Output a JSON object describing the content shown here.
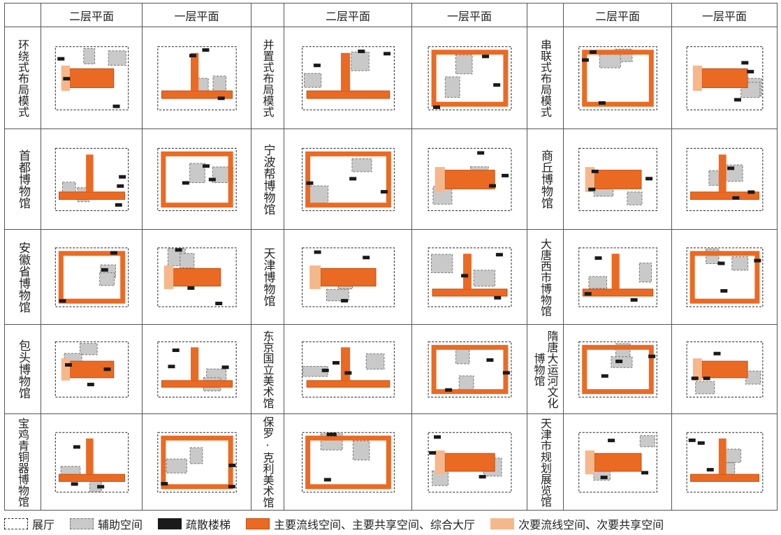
{
  "header_labels": [
    "二层平面",
    "一层平面"
  ],
  "rows": [
    [
      "环绕式布局模式",
      "并置式布局模式",
      "串联式布局模式"
    ],
    [
      "首都博物馆",
      "宁波帮博物馆",
      "商丘博物馆"
    ],
    [
      "安徽省博物馆",
      "天津博物馆",
      "大唐西市博物馆"
    ],
    [
      "包头博物馆",
      "东京国立美术馆",
      "隋唐大运河文化博物馆"
    ],
    [
      "宝鸡青铜器博物馆",
      "保罗·克利美术馆",
      "天津市规划展览馆"
    ]
  ],
  "legend": [
    {
      "name": "hall",
      "label": "展厅"
    },
    {
      "name": "aux",
      "label": "辅助空间"
    },
    {
      "name": "stair",
      "label": "疏散楼梯"
    },
    {
      "name": "main",
      "label": "主要流线空间、主要共享空间、综合大厅"
    },
    {
      "name": "sec",
      "label": "次要流线空间、次要共享空间"
    }
  ],
  "colors": {
    "main": "#ea6a24",
    "secondary": "#f5b88c",
    "aux": "#c9c9c9",
    "stair": "#1a1a1a",
    "line": "#555555"
  }
}
